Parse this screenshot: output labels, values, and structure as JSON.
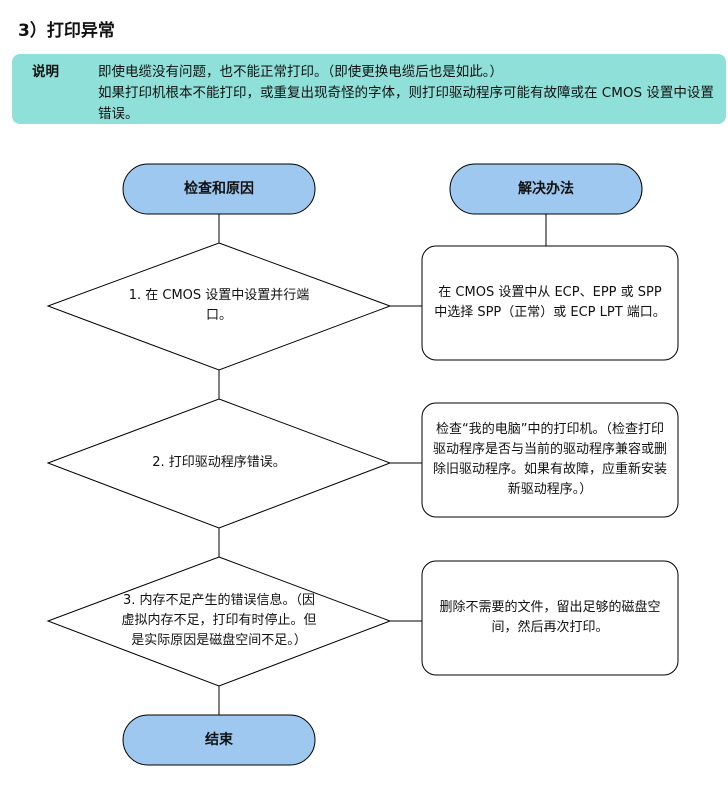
{
  "section_title": "3）打印异常",
  "note": {
    "label": "说明",
    "line1": "即使电缆没有问题，也不能正常打印。（即使更换电缆后也是如此。）",
    "line2": "如果打印机根本不能打印，或重复出现奇怪的字体，则打印驱动程序可能有故障或在 CMOS 设置中设置错误。"
  },
  "flow": {
    "col_left_header": "检查和原因",
    "col_right_header": "解决办法",
    "steps": [
      {
        "cause": "1. 在 CMOS 设置中设置并行端口。",
        "solution": "在 CMOS 设置中从 ECP、EPP 或 SPP 中选择 SPP（正常）或 ECP LPT 端口。"
      },
      {
        "cause": "2. 打印驱动程序错误。",
        "solution": "检查“我的电脑”中的打印机。（检查打印驱动程序是否与当前的驱动程序兼容或删除旧驱动程序。如果有故障，应重新安装新驱动程序。）"
      },
      {
        "cause": "3. 内存不足产生的错误信息。（因虚拟内存不足，打印有时停止。但是实际原因是磁盘空间不足。）",
        "solution": "删除不需要的文件，留出足够的磁盘空间，然后再次打印。"
      }
    ],
    "end_label": "结束"
  },
  "colors": {
    "note_bg": "#8fe0d8",
    "terminal_fill": "#9ec8f0",
    "stroke": "#000000"
  }
}
